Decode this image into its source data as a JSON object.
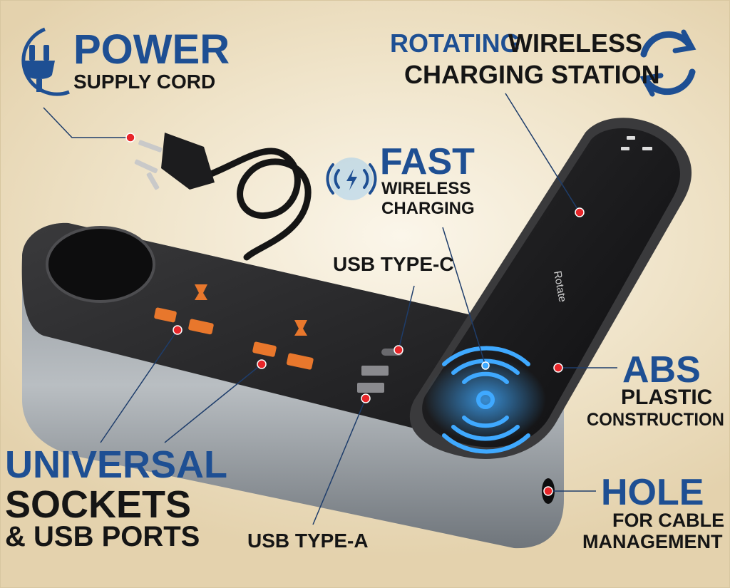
{
  "labels": {
    "power": "POWER",
    "supply_cord": "SUPPLY CORD",
    "rotating": "ROTATING",
    "wireless": "WIRELESS",
    "charging_station": "CHARGING STATION",
    "fast": "FAST",
    "fast_wireless": "WIRELESS",
    "fast_charging": "CHARGING",
    "usb_c": "USB TYPE-C",
    "usb_a": "USB TYPE-A",
    "universal": "UNIVERSAL",
    "sockets": "SOCKETS",
    "usb_ports": "& USB PORTS",
    "abs": "ABS",
    "plastic": "PLASTIC",
    "construction": "CONSTRUCTION",
    "hole": "HOLE",
    "for_cable": "FOR CABLE",
    "management": "MANAGEMENT"
  },
  "device": {
    "rotate_text": "Rotate"
  },
  "colors": {
    "accent_blue": "#1e4f93",
    "text_dark": "#151515",
    "marker_red": "#e8262a",
    "glow_blue": "#3fa9ff",
    "socket_orange": "#e8772c"
  },
  "icons": [
    "plug-icon",
    "rotate-arrows-icon",
    "wireless-signal-icon"
  ]
}
